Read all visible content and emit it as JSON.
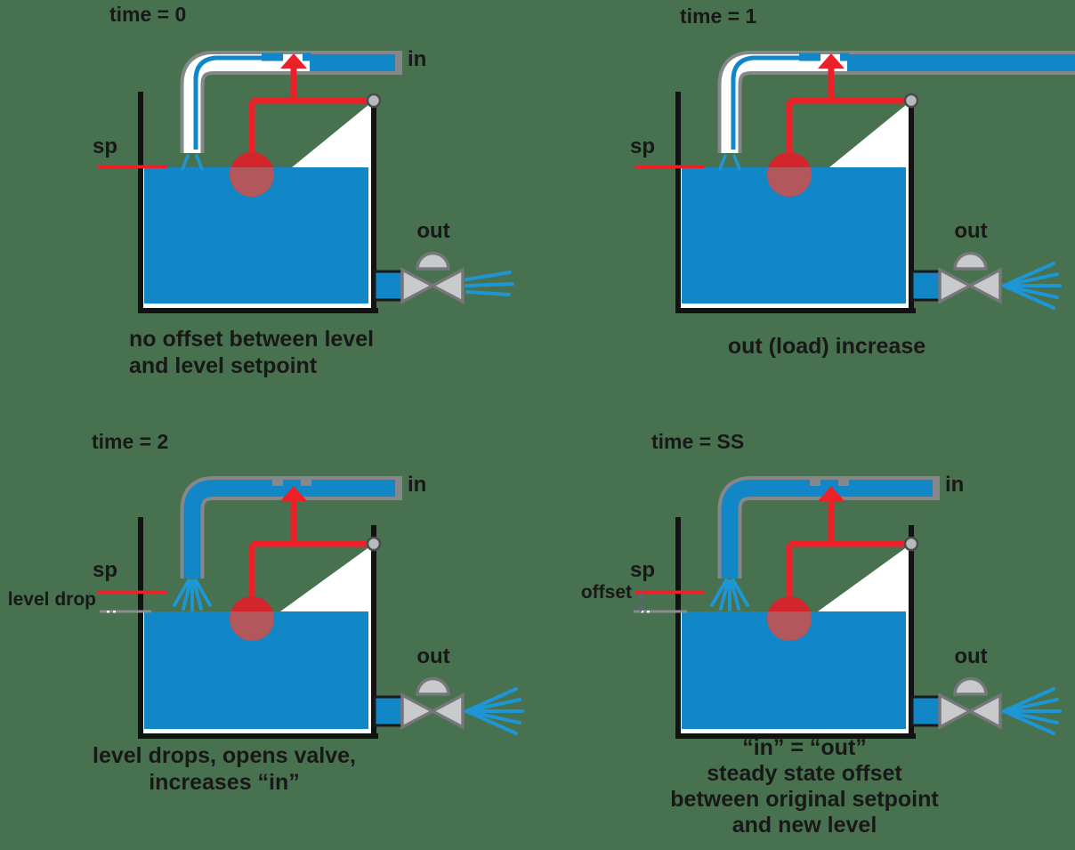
{
  "colors": {
    "background": "#48714f",
    "water_blue": "#1287c8",
    "spray_blue": "#1e96d6",
    "linkage_red": "#ed2028",
    "float_red": "#d2262c",
    "float_submerged_red": "#b2575c",
    "pipe_gray": "#85878a",
    "valve_fill_gray": "#c9cacc",
    "valve_stroke_gray": "#76777a",
    "tank_black": "#121212",
    "text_black": "#181818",
    "level_line_gray": "#8a8c8f",
    "offset_arrow_gray": "#5b6770",
    "highlight_white": "#ffffff"
  },
  "panels": [
    {
      "time_label": "time = 0",
      "sp_label": "sp",
      "in_label": "in",
      "out_label": "out",
      "caption_lines": [
        "no offset between level",
        "and level setpoint"
      ]
    },
    {
      "time_label": "time = 1",
      "sp_label": "sp",
      "out_label": "out",
      "caption_lines": [
        "out (load) increase"
      ]
    },
    {
      "time_label": "time = 2",
      "sp_label": "sp",
      "in_label": "in",
      "out_label": "out",
      "level_drop_label": "level drop",
      "caption_lines": [
        "level drops, opens valve,",
        "increases “in”"
      ]
    },
    {
      "time_label": "time = SS",
      "sp_label": "sp",
      "in_label": "in",
      "out_label": "out",
      "offset_label": "offset",
      "caption_lines": [
        "“in” = “out”",
        "steady state offset",
        "between original setpoint",
        "and new level"
      ]
    }
  ]
}
